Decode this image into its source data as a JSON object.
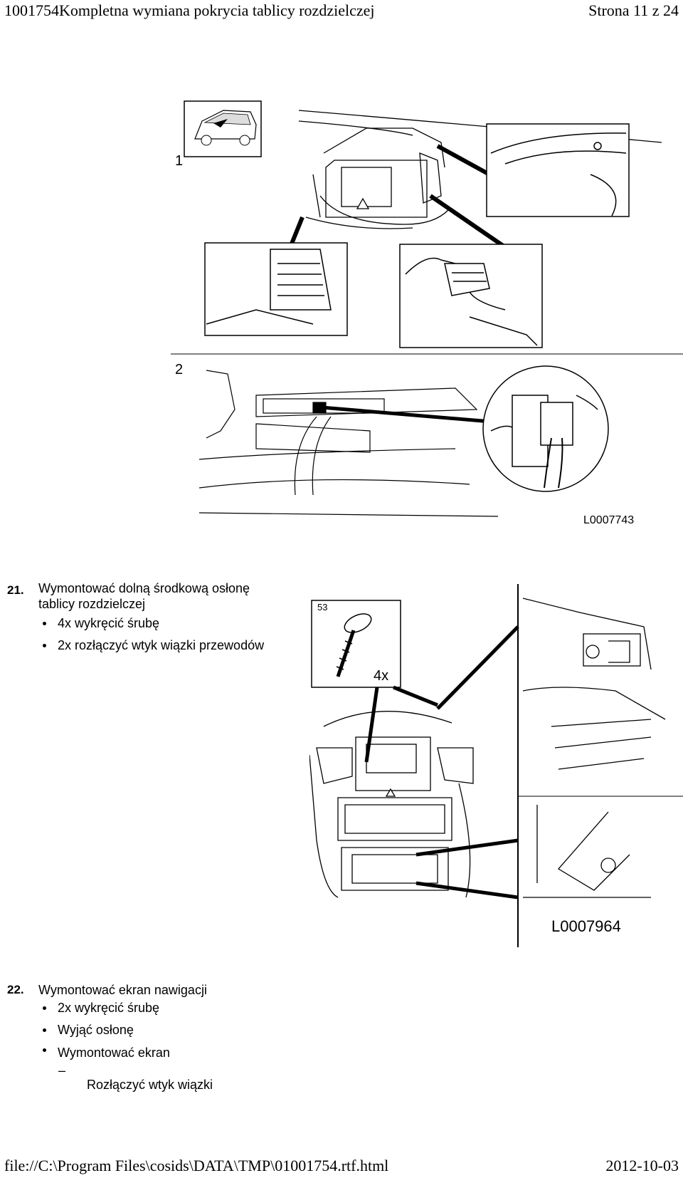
{
  "header": {
    "title": "1001754Kompletna wymiana pokrycia tablicy rozdzielczej",
    "page": "Strona 11 z 24"
  },
  "figure1": {
    "label_1": "1",
    "label_2": "2",
    "code": "L0007743"
  },
  "step21": {
    "number": "21.",
    "title_line1": "Wymontować dolną środkową osłonę",
    "title_line2": "tablicy rozdzielczej",
    "bullets": [
      "4x wykręcić śrubę",
      "2x rozłączyć wtyk wiązki przewodów"
    ]
  },
  "figure2": {
    "part_number": "53",
    "quantity": "4x",
    "code": "L0007964"
  },
  "step22": {
    "number": "22.",
    "title": "Wymontować ekran nawigacji",
    "bullets": [
      "2x wykręcić śrubę",
      "Wyjąć osłonę",
      "Wymontować ekran"
    ],
    "sub_dash": "–",
    "sub_item": "Rozłączyć wtyk wiązki"
  },
  "footer": {
    "path": "file://C:\\Program Files\\cosids\\DATA\\TMP\\01001754.rtf.html",
    "date": "2012-10-03"
  }
}
